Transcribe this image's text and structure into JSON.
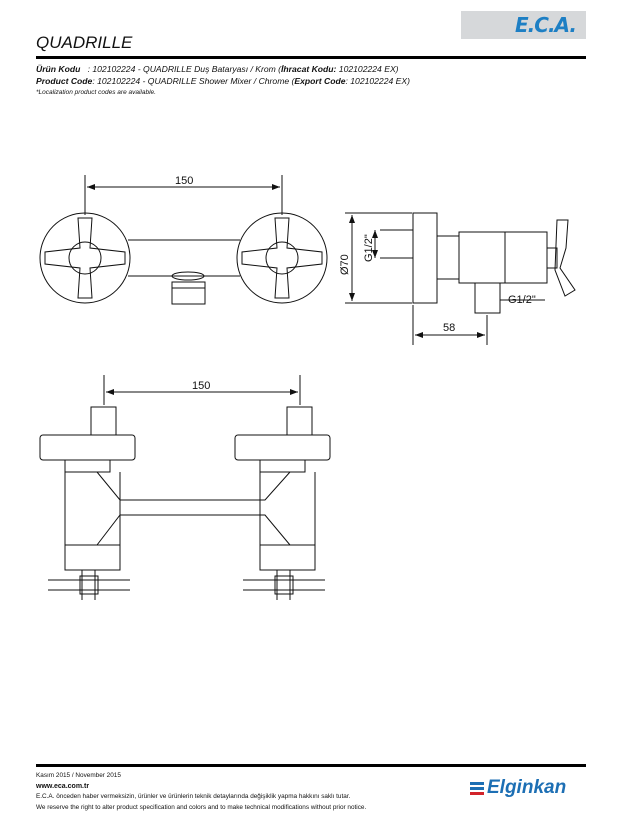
{
  "header": {
    "logo": "E.C.A.",
    "title": "QUADRILLE"
  },
  "info": {
    "tr_label": "Ürün Kodu",
    "tr_text": ": 102102224 - QUADRILLE Duş Bataryası / Krom (",
    "tr_export_label": "İhracat Kodu:",
    "tr_export": " 102102224 EX)",
    "en_label": "Product Code",
    "en_text": ": 102102224 - QUADRILLE Shower Mixer / Chrome (",
    "en_export_label": "Export Code",
    "en_export": ": 102102224 EX)",
    "note": "*Localization product codes are available."
  },
  "dimensions": {
    "front_width": "150",
    "diameter": "Ø70",
    "thread_inlet": "G1/2\"",
    "thread_outlet": "G1/2\"",
    "depth": "58",
    "bottom_width": "150"
  },
  "footer": {
    "date": "Kasım 2015 / November 2015",
    "url": "www.eca.com.tr",
    "disclaimer_tr": "E.C.A. önceden haber vermeksizin, ürünler ve ürünlerin teknik detaylarında değişiklik yapma hakkını saklı tutar.",
    "disclaimer_en": "We reserve the right to alter product specification and colors and to make technical modifications without prior notice.",
    "brand": "Elginkan"
  },
  "colors": {
    "logo_blue": "#1d7fc4",
    "brand_blue": "#1d6fb4",
    "brand_red": "#d2232a"
  }
}
